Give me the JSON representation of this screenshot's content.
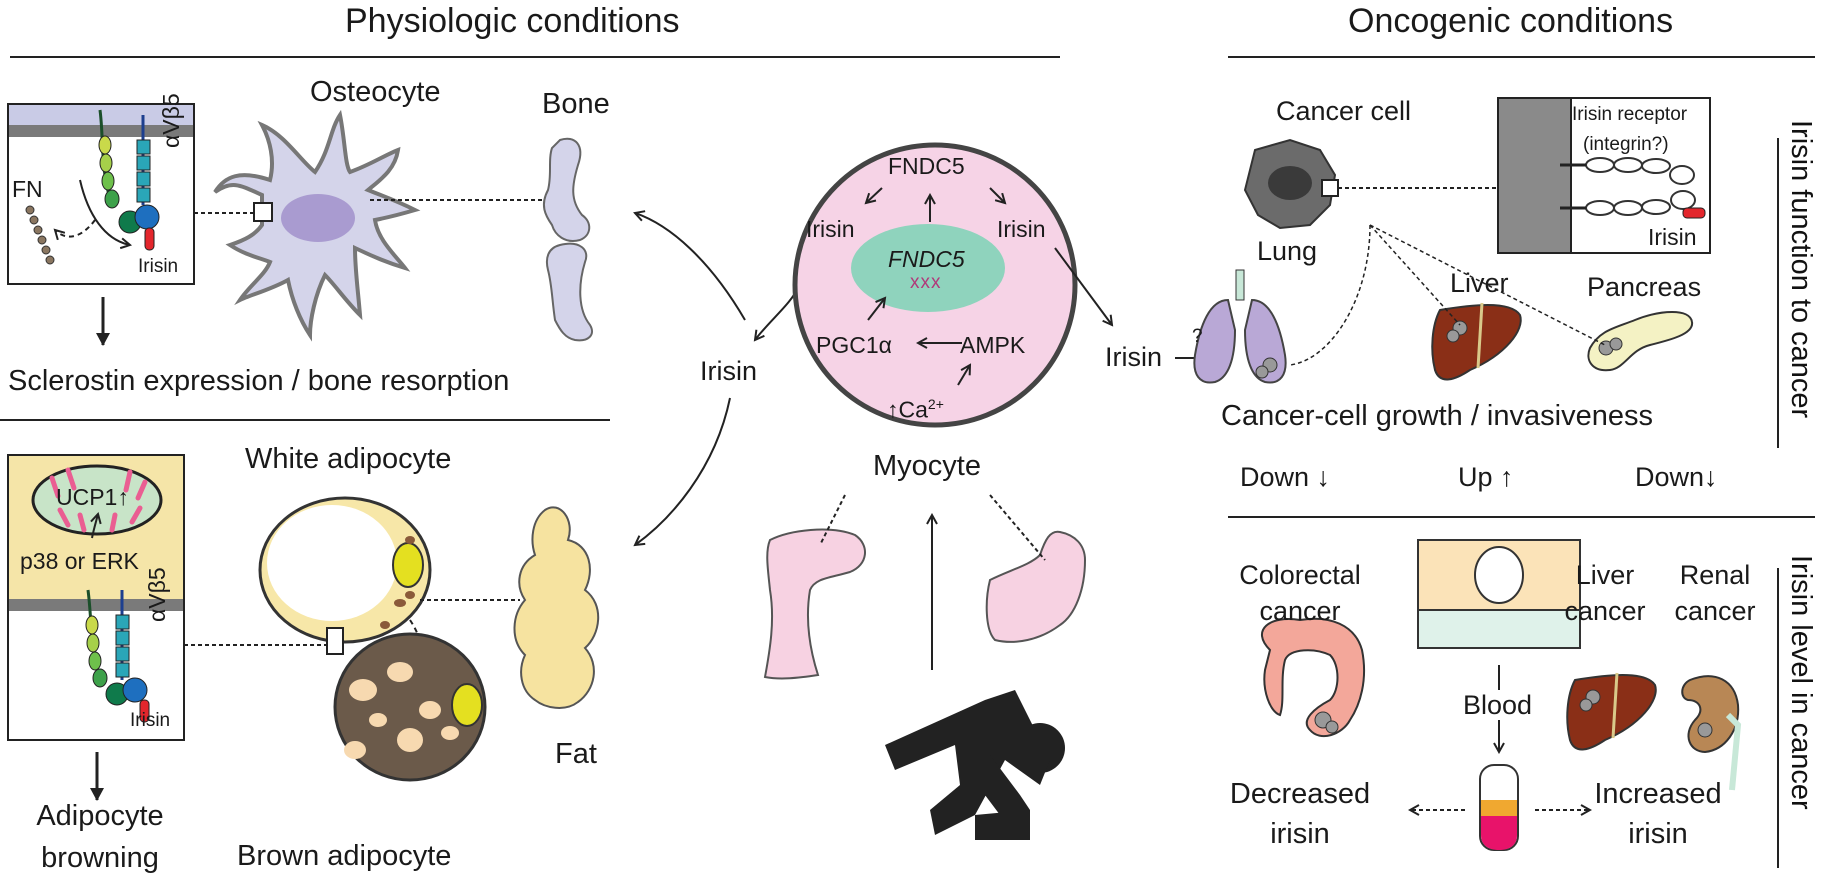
{
  "headers": {
    "physiologic": "Physiologic conditions",
    "oncogenic": "Oncogenic conditions"
  },
  "bone_section": {
    "fn_label": "FN",
    "integrin_label": "αVβ5",
    "irisin_label": "Irisin",
    "osteocyte_label": "Osteocyte",
    "bone_label": "Bone",
    "outcome": "Sclerostin expression / bone resorption"
  },
  "fat_section": {
    "ucp1_label": "UCP1↑",
    "kinase_label": "p38 or ERK",
    "integrin_label": "αVβ5",
    "irisin_label": "Irisin",
    "white_adipocyte_label": "White adipocyte",
    "brown_adipocyte_label": "Brown adipocyte",
    "fat_label": "Fat",
    "outcome_line1": "Adipocyte",
    "outcome_line2": "browning"
  },
  "myocyte_section": {
    "fndc5_label": "FNDC5",
    "irisin_left": "Irisin",
    "irisin_right": "Irisin",
    "nucleus_gene": "FNDC5",
    "dna_marks": "xxx",
    "pgc1a_label": "PGC1α",
    "ampk_label": "AMPK",
    "calcium_label": "↑Ca",
    "calcium_sup": "2+",
    "myocyte_label": "Myocyte",
    "irisin_center": "Irisin",
    "irisin_out": "Irisin",
    "question_mark": "?"
  },
  "oncogenic_function": {
    "cancer_cell_label": "Cancer cell",
    "receptor_label": "Irisin receptor",
    "receptor_sub": "(integrin?)",
    "irisin_label": "Irisin",
    "lung_label": "Lung",
    "liver_label": "Liver",
    "pancreas_label": "Pancreas",
    "outcome": "Cancer-cell growth / invasiveness",
    "effect_lung": "Down ↓",
    "effect_liver": "Up ↑",
    "effect_pancreas": "Down↓",
    "side_label": "Irisin function to cancer"
  },
  "oncogenic_level": {
    "colorectal_line1": "Colorectal",
    "colorectal_line2": "cancer",
    "liver_line1": "Liver",
    "liver_line2": "cancer",
    "renal_line1": "Renal",
    "renal_line2": "cancer",
    "blood_label": "Blood",
    "decreased_line1": "Decreased",
    "decreased_line2": "irisin",
    "increased_line1": "Increased",
    "increased_line2": "irisin",
    "side_label": "Irisin level in cancer"
  },
  "colors": {
    "membrane": "#c9cbe6",
    "osteocyte": "#d4d4ea",
    "myocyte_cell": "#f6d3e6",
    "nucleus": "#8fd3bd",
    "adipocyte_yellow": "#f7e7a8",
    "brown_cell": "#6b5a4a",
    "lung": "#b9a8d6",
    "liver": "#8a2f17",
    "pancreas": "#f4f2c4",
    "colon": "#f3a79a",
    "blood": "#e8136a",
    "fat": "#f6e3a0",
    "muscle": "#f7d2e2",
    "receptor_red": "#e3262c"
  }
}
